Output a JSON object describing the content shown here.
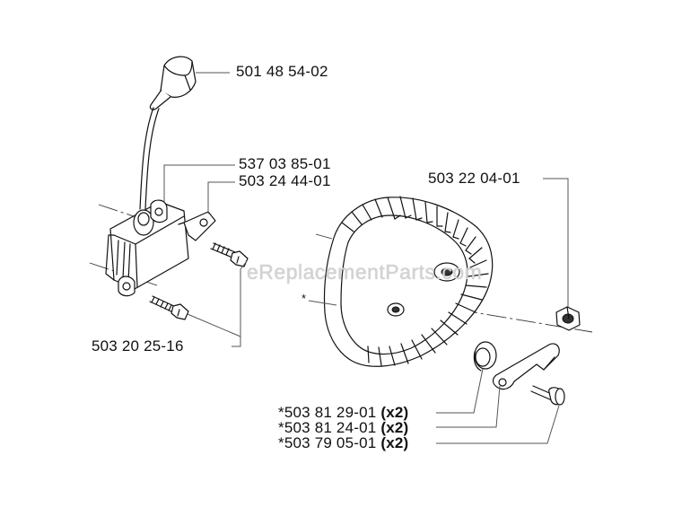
{
  "watermark": "eReplacementParts.com",
  "callouts": {
    "spark_plug_cap": "501 48 54-02",
    "ignition_module": "537 03 85-01",
    "ground_terminal": "503 24 44-01",
    "module_screws": "503 20 25-16",
    "flywheel_nut": "503 22 04-01",
    "flywheel_marker": "*",
    "spring": "*503 81 29-01",
    "spring_qty": "(x2)",
    "pawl": "*503 81 24-01",
    "pawl_qty": "(x2)",
    "pawl_pin": "*503 79 05-01",
    "pawl_pin_qty": "(x2)"
  }
}
